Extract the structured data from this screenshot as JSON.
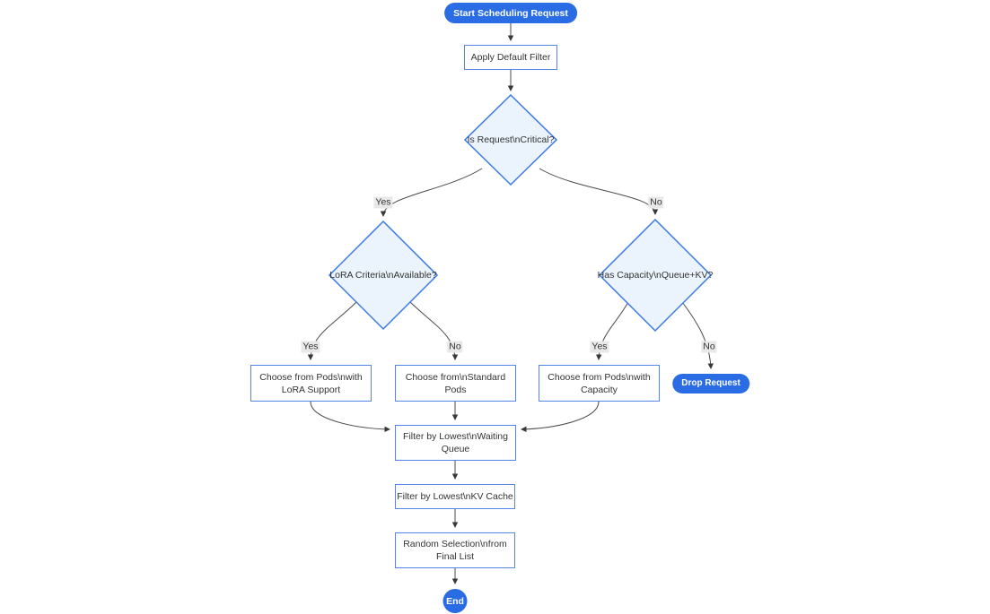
{
  "diagram": {
    "type": "flowchart",
    "nodes": {
      "start": {
        "label": "Start Scheduling Request",
        "lines": [
          "Start Scheduling Request"
        ],
        "shape": "pill"
      },
      "apply_default_filter": {
        "label": "Apply Default Filter",
        "lines": [
          "Apply Default Filter"
        ],
        "shape": "rect"
      },
      "is_request_critical": {
        "label": "Is Request\\nCritical?",
        "lines": [
          "Is Request\\nCritical?"
        ],
        "shape": "diamond"
      },
      "lora_criteria_available": {
        "label": "LoRA Criteria\\nAvailable?",
        "lines": [
          "LoRA Criteria\\nAvailable?"
        ],
        "shape": "diamond"
      },
      "has_capacity_queue_kv": {
        "label": "Has Capacity\\nQueue+KV?",
        "lines": [
          "Has Capacity\\nQueue+KV?"
        ],
        "shape": "diamond"
      },
      "choose_pods_lora": {
        "label": "Choose from Pods\\nwith LoRA Support",
        "lines": [
          "Choose from Pods\\nwith",
          "LoRA Support"
        ],
        "shape": "rect"
      },
      "choose_standard_pods": {
        "label": "Choose from\\nStandard Pods",
        "lines": [
          "Choose from\\nStandard",
          "Pods"
        ],
        "shape": "rect"
      },
      "choose_pods_capacity": {
        "label": "Choose from Pods\\nwith Capacity",
        "lines": [
          "Choose from Pods\\nwith",
          "Capacity"
        ],
        "shape": "rect"
      },
      "drop_request": {
        "label": "Drop Request",
        "lines": [
          "Drop Request"
        ],
        "shape": "pill"
      },
      "filter_waiting_queue": {
        "label": "Filter by Lowest\\nWaiting Queue",
        "lines": [
          "Filter by Lowest\\nWaiting",
          "Queue"
        ],
        "shape": "rect"
      },
      "filter_kv_cache": {
        "label": "Filter by Lowest\\nKV Cache",
        "lines": [
          "Filter by Lowest\\nKV Cache"
        ],
        "shape": "rect"
      },
      "random_selection": {
        "label": "Random Selection\\nfrom Final List",
        "lines": [
          "Random Selection\\nfrom",
          "Final List"
        ],
        "shape": "rect"
      },
      "end": {
        "label": "End",
        "lines": [
          "End"
        ],
        "shape": "circle"
      }
    },
    "edge_labels": {
      "critical_yes": "Yes",
      "critical_no": "No",
      "lora_yes": "Yes",
      "lora_no": "No",
      "capacity_yes": "Yes",
      "capacity_no": "No"
    },
    "colors": {
      "pill_fill": "#2a6ce4",
      "rect_border": "#5585e8",
      "rect_fill": "#ffffff",
      "decision_border": "#3b79e3",
      "decision_fill": "#ebf3fc",
      "edge_line": "#4b4b4b",
      "arrowhead": "#383838",
      "text": "#333333",
      "edge_label_bg": "#e8e8e8"
    }
  }
}
